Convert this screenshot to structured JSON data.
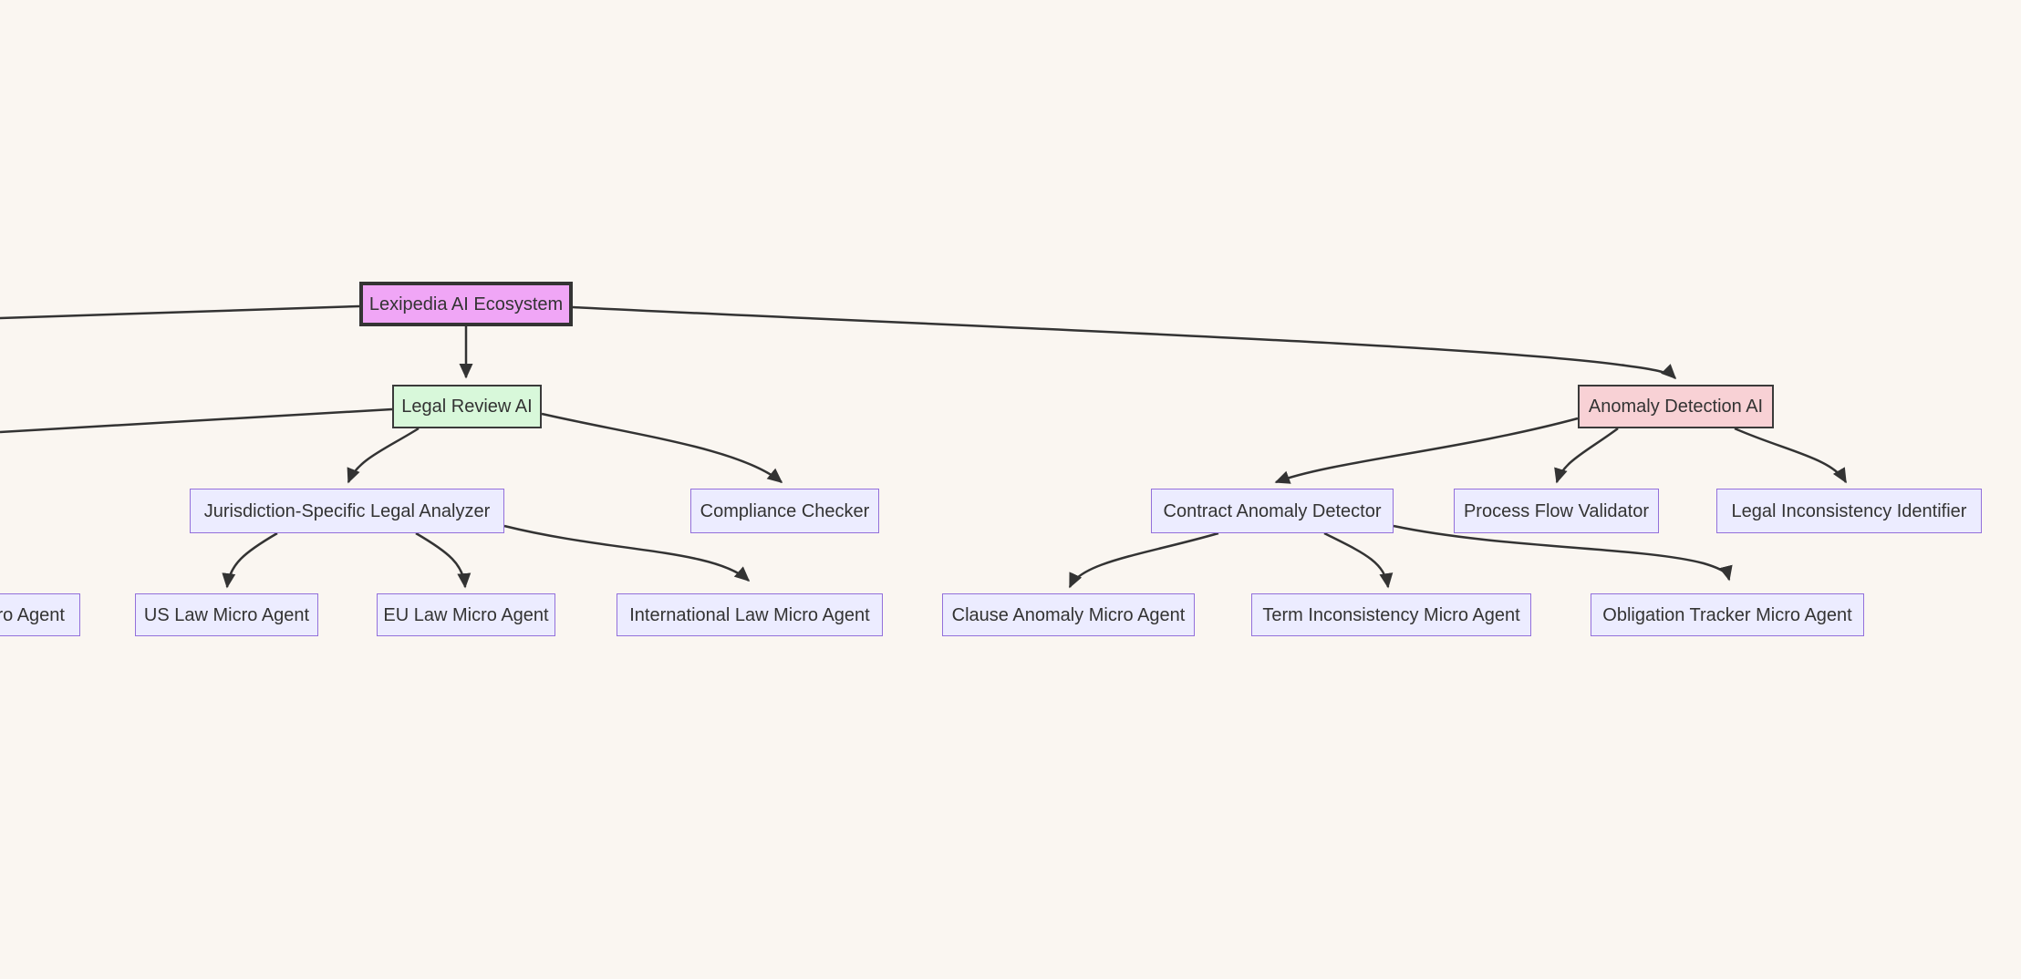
{
  "diagram": {
    "kind": "flowchart",
    "nodes": [
      {
        "id": "lexipedia",
        "label": "Lexipedia AI Ecosystem",
        "kind": "root"
      },
      {
        "id": "legal-review",
        "label": "Legal Review AI",
        "kind": "green"
      },
      {
        "id": "anomaly-detection",
        "label": "Anomaly Detection AI",
        "kind": "pink"
      },
      {
        "id": "jurisdiction-analyzer",
        "label": "Jurisdiction-Specific Legal Analyzer",
        "kind": "default"
      },
      {
        "id": "compliance-checker",
        "label": "Compliance Checker",
        "kind": "default"
      },
      {
        "id": "contract-anomaly",
        "label": "Contract Anomaly Detector",
        "kind": "default"
      },
      {
        "id": "process-flow",
        "label": "Process Flow Validator",
        "kind": "default"
      },
      {
        "id": "legal-inconsistency",
        "label": "Legal Inconsistency Identifier",
        "kind": "default"
      },
      {
        "id": "cut-micro-agent",
        "label": "ro Agent",
        "kind": "default",
        "truncated": true
      },
      {
        "id": "us-law",
        "label": "US Law Micro Agent",
        "kind": "default"
      },
      {
        "id": "eu-law",
        "label": "EU Law Micro Agent",
        "kind": "default"
      },
      {
        "id": "intl-law",
        "label": "International Law Micro Agent",
        "kind": "default"
      },
      {
        "id": "clause-anomaly",
        "label": "Clause Anomaly Micro Agent",
        "kind": "default"
      },
      {
        "id": "term-inconsistency",
        "label": "Term Inconsistency Micro Agent",
        "kind": "default"
      },
      {
        "id": "obligation-tracker",
        "label": "Obligation Tracker Micro Agent",
        "kind": "default"
      }
    ],
    "edges": [
      {
        "from": "lexipedia",
        "to": "offscreen-left",
        "arrow": false
      },
      {
        "from": "legal-review",
        "to": "offscreen-left",
        "arrow": false
      },
      {
        "from": "lexipedia",
        "to": "legal-review",
        "arrow": true
      },
      {
        "from": "lexipedia",
        "to": "anomaly-detection",
        "arrow": true
      },
      {
        "from": "legal-review",
        "to": "jurisdiction-analyzer",
        "arrow": true
      },
      {
        "from": "legal-review",
        "to": "compliance-checker",
        "arrow": true
      },
      {
        "from": "jurisdiction-analyzer",
        "to": "us-law",
        "arrow": true
      },
      {
        "from": "jurisdiction-analyzer",
        "to": "eu-law",
        "arrow": true
      },
      {
        "from": "jurisdiction-analyzer",
        "to": "intl-law",
        "arrow": true
      },
      {
        "from": "anomaly-detection",
        "to": "contract-anomaly",
        "arrow": true
      },
      {
        "from": "anomaly-detection",
        "to": "process-flow",
        "arrow": true
      },
      {
        "from": "anomaly-detection",
        "to": "legal-inconsistency",
        "arrow": true
      },
      {
        "from": "contract-anomaly",
        "to": "clause-anomaly",
        "arrow": true
      },
      {
        "from": "contract-anomaly",
        "to": "term-inconsistency",
        "arrow": true
      },
      {
        "from": "contract-anomaly",
        "to": "obligation-tracker",
        "arrow": true
      }
    ],
    "colors": {
      "background": "#faf6f1",
      "edge": "#333333",
      "text": "#333333",
      "default_fill": "#ECECFF",
      "default_border": "#9370DB",
      "root_fill": "#f0a6f6",
      "root_border": "#343434",
      "green_fill": "#d8f8da",
      "green_border": "#3a3a3a",
      "pink_fill": "#f8d1d5",
      "pink_border": "#3a3a3a"
    }
  }
}
